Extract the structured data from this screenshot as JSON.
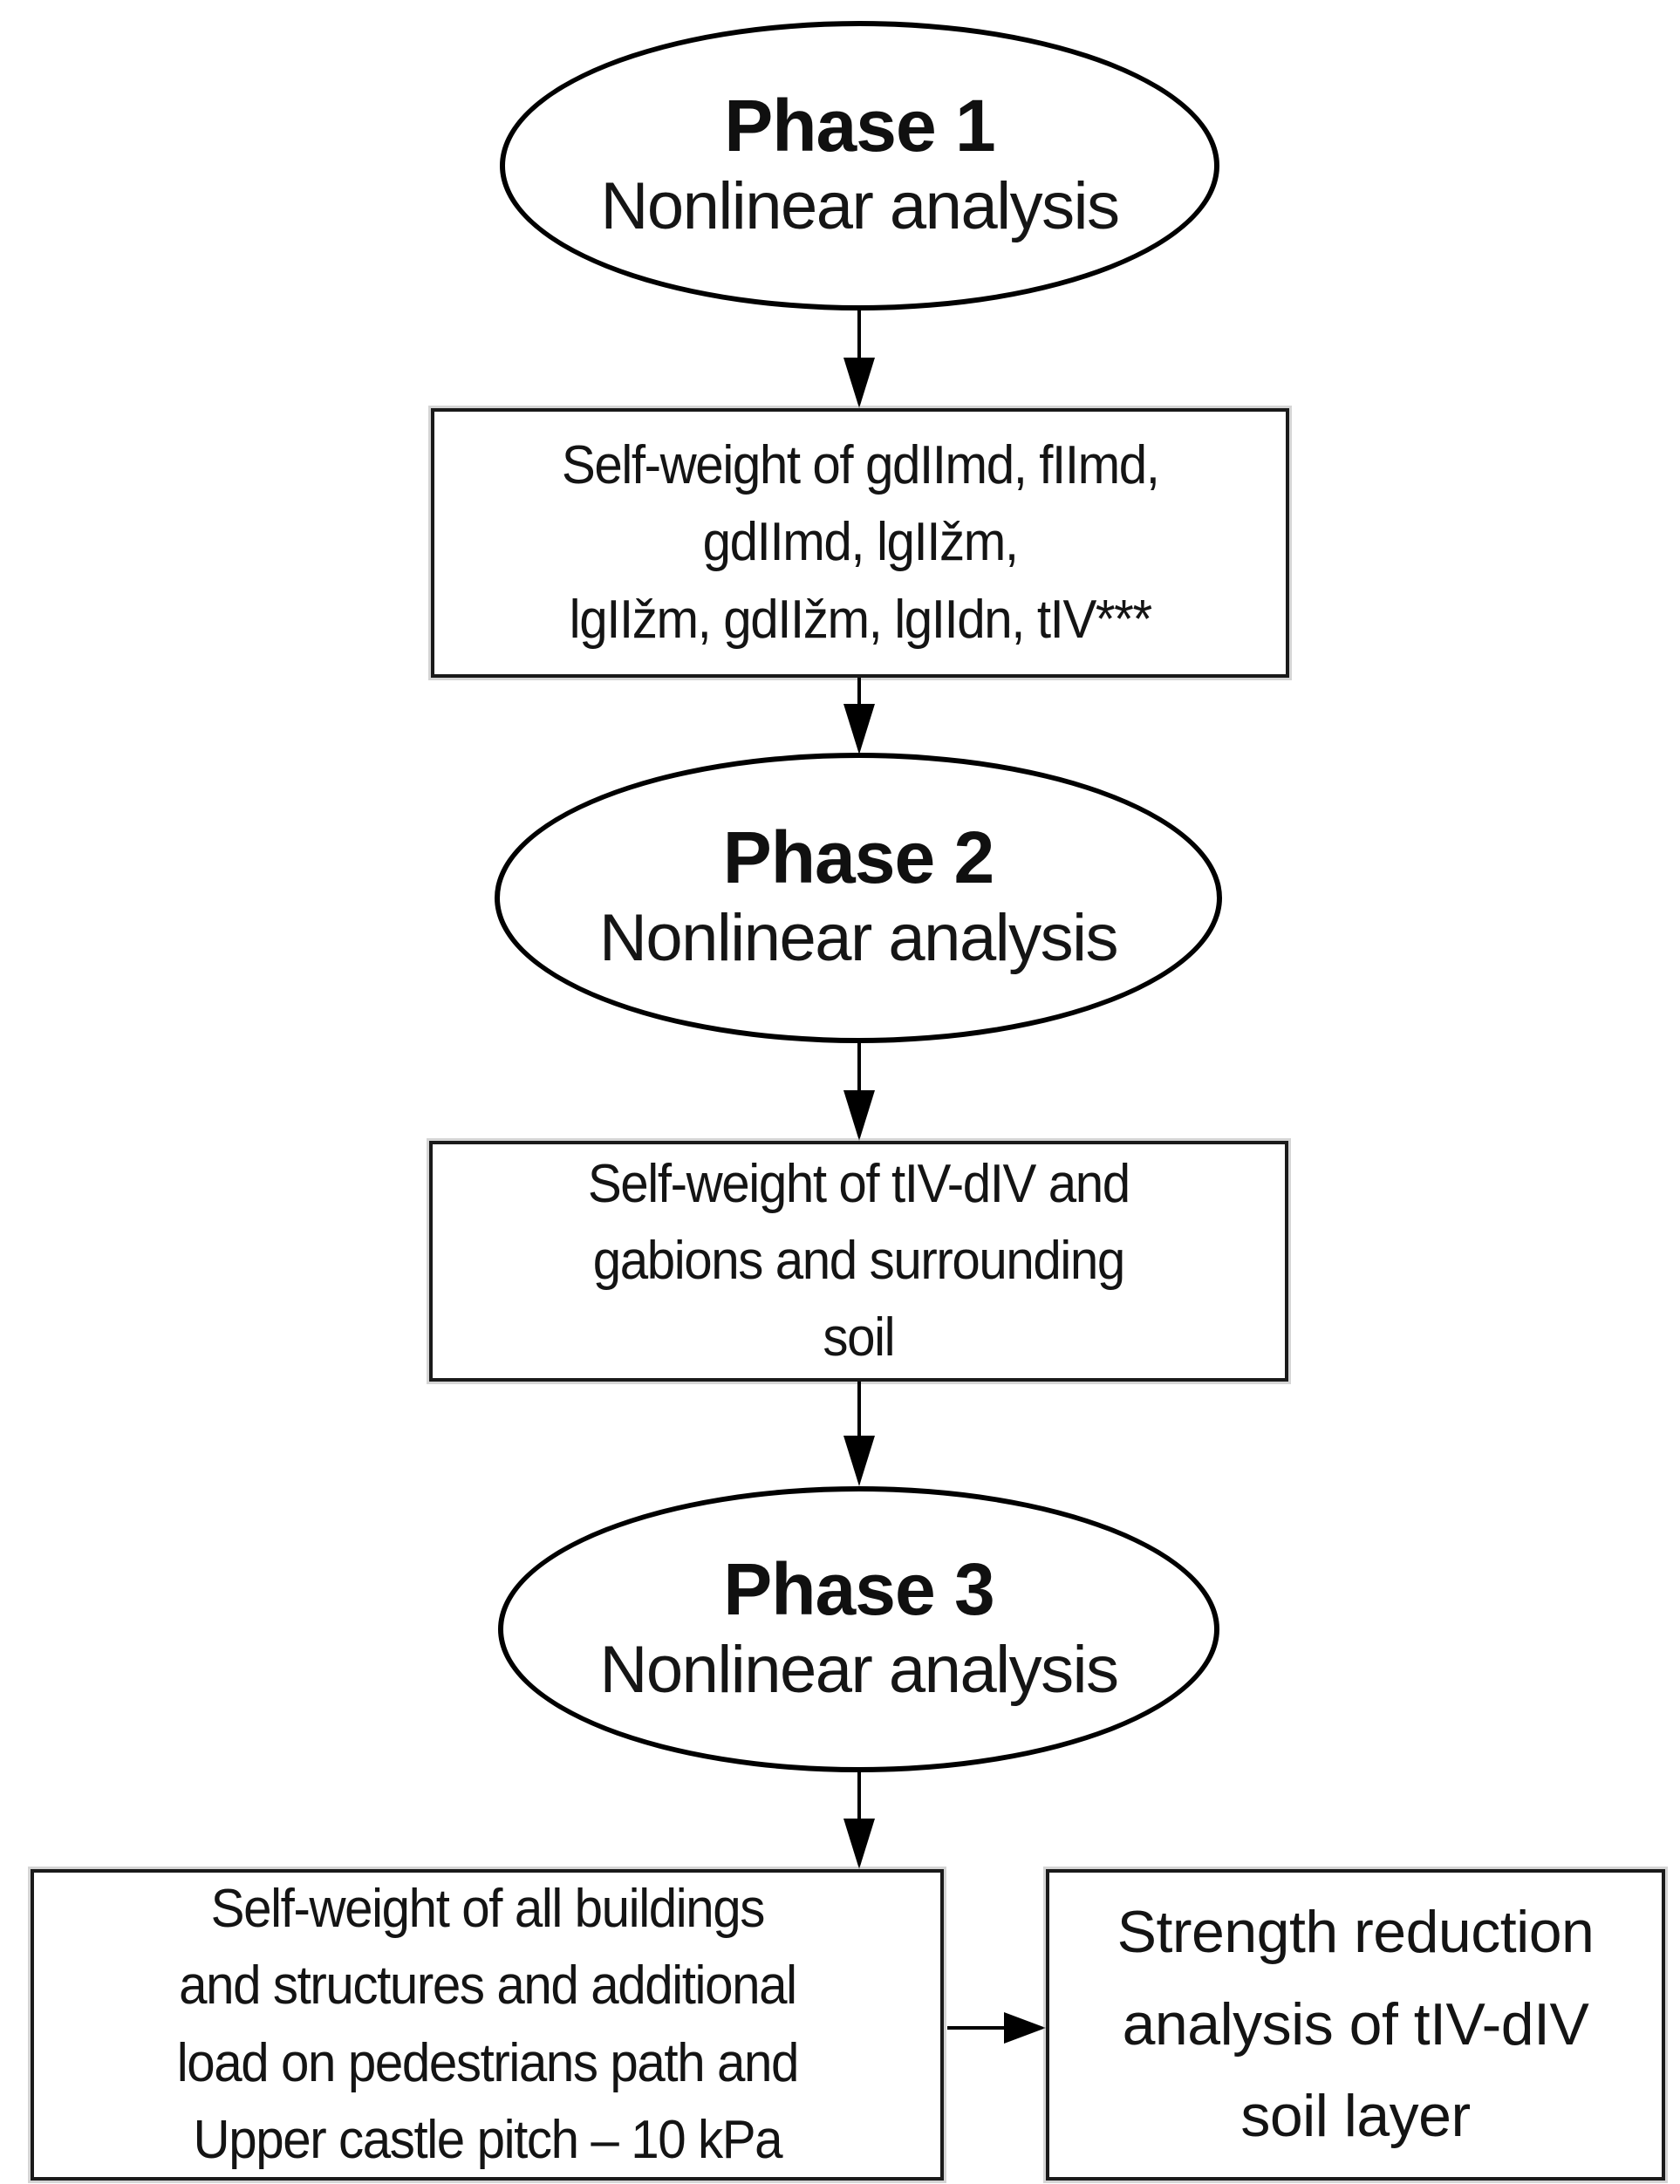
{
  "colors": {
    "stroke": "#000000",
    "background": "#ffffff",
    "text": "#141414"
  },
  "nodes": {
    "phase1": {
      "title": "Phase 1",
      "subtitle": "Nonlinear analysis"
    },
    "box1": {
      "text": "Self-weight of gdIImd, fIImd,\ngdIImd, lgIIžm,\nlgIIžm, gdIIžm, lgIIdn, tIV***"
    },
    "phase2": {
      "title": "Phase 2",
      "subtitle": "Nonlinear analysis"
    },
    "box2": {
      "text": "Self-weight of tIV-dIV and\ngabions and surrounding\nsoil"
    },
    "phase3": {
      "title": "Phase 3",
      "subtitle": "Nonlinear analysis"
    },
    "box3": {
      "text": "Self-weight of all buildings\nand structures and additional\nload on pedestrians path and\nUpper castle pitch – 10 kPa"
    },
    "box4": {
      "text": "Strength reduction\nanalysis of tIV-dIV\nsoil layer"
    }
  }
}
